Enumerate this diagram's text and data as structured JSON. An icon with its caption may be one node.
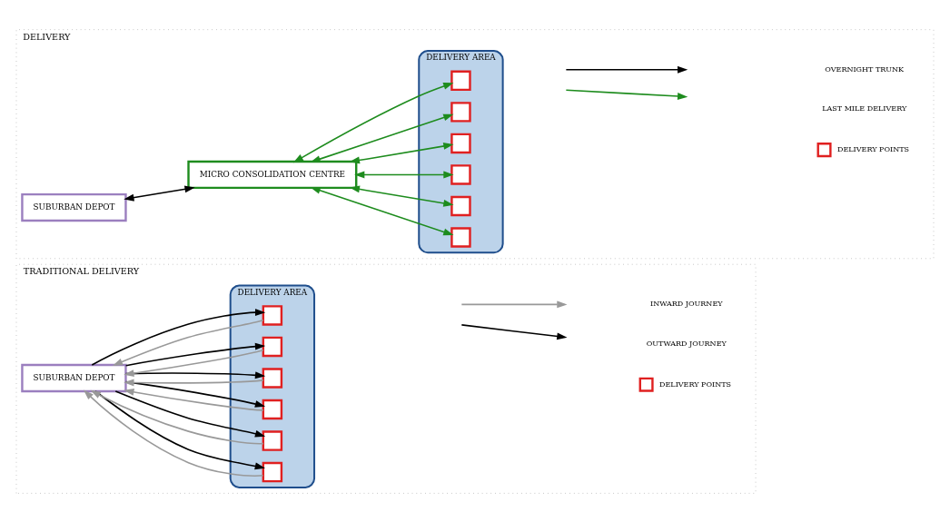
{
  "diagram": {
    "nodes": [
      {
        "text": [
          "TRADITIONAL DELIVERY"
        ]
      },
      {
        "text": [
          "SUBURBAN DEPOT"
        ],
        "in": 0
      },
      {
        "text": [
          "DELIVERY AREA"
        ],
        "in": 0
      },
      {
        "text": [],
        "shape": "box",
        "in": 2
      },
      {
        "text": [],
        "shape": "box",
        "in": 2
      },
      {
        "text": [],
        "shape": "box",
        "in": 2
      },
      {
        "text": [],
        "shape": "box",
        "in": 2
      },
      {
        "text": [],
        "shape": "box",
        "in": 2
      },
      {
        "text": [],
        "shape": "box",
        "in": 2
      },
      {
        "text": [
          "DELIVERY"
        ]
      },
      {
        "text": [
          "SUBURBAN DEPOT"
        ],
        "in": 9
      },
      {
        "text": [
          "MICRO CONSOLIDATION CENTRE"
        ],
        "in": 9
      },
      {
        "text": [
          "DELIVERY AREA"
        ],
        "in": 9
      },
      {
        "text": [],
        "shape": "box",
        "in": 12
      },
      {
        "text": [],
        "shape": "box",
        "in": 12
      },
      {
        "text": [],
        "shape": "box",
        "in": 12
      },
      {
        "text": [],
        "shape": "box",
        "in": 12
      },
      {
        "text": [],
        "shape": "box",
        "in": 12
      },
      {
        "text": [],
        "shape": "box",
        "in": 12
      }
    ],
    "edges": [
      {
        "from": 1,
        "to": 3,
        "arrow": "to"
      },
      {
        "from": 1,
        "to": 4,
        "arrow": "to"
      },
      {
        "from": 1,
        "to": 5,
        "arrow": "to"
      },
      {
        "from": 1,
        "to": 6,
        "arrow": "to"
      },
      {
        "from": 1,
        "to": 7,
        "arrow": "to"
      },
      {
        "from": 1,
        "to": 8,
        "arrow": "to"
      },
      {
        "from": 3,
        "to": 1,
        "arrow": "to",
        "color": "#999999"
      },
      {
        "from": 4,
        "to": 1,
        "arrow": "to",
        "color": "#999999"
      },
      {
        "from": 5,
        "to": 1,
        "arrow": "to",
        "color": "#999999"
      },
      {
        "from": 6,
        "to": 1,
        "arrow": "to",
        "color": "#999999"
      },
      {
        "from": 7,
        "to": 1,
        "arrow": "to",
        "color": "#999999"
      },
      {
        "from": 8,
        "to": 1,
        "arrow": "to",
        "color": "#999999"
      },
      {
        "from": 10,
        "to": 11,
        "arrow": "both"
      },
      {
        "from": 11,
        "to": 13,
        "arrow": "both",
        "color": "#1e8c1e"
      },
      {
        "from": 11,
        "to": 14,
        "arrow": "both",
        "color": "#1e8c1e"
      },
      {
        "from": 11,
        "to": 15,
        "arrow": "both",
        "color": "#1e8c1e"
      },
      {
        "from": 11,
        "to": 16,
        "arrow": "both",
        "color": "#1e8c1e"
      },
      {
        "from": 11,
        "to": 17,
        "arrow": "both",
        "color": "#1e8c1e"
      },
      {
        "from": 11,
        "to": 18,
        "arrow": "both",
        "color": "#1e8c1e"
      }
    ],
    "legend": [
      {
        "text": "DELIVERY POINTS"
      },
      {
        "text": "OUTWARD JOURNEY"
      },
      {
        "text": "INWARD JOURNEY"
      },
      {
        "text": "DELIVERY POINTS"
      },
      {
        "text": "LAST MILE DELIVERY"
      },
      {
        "text": "OVERNIGHT TRUNK"
      }
    ]
  }
}
